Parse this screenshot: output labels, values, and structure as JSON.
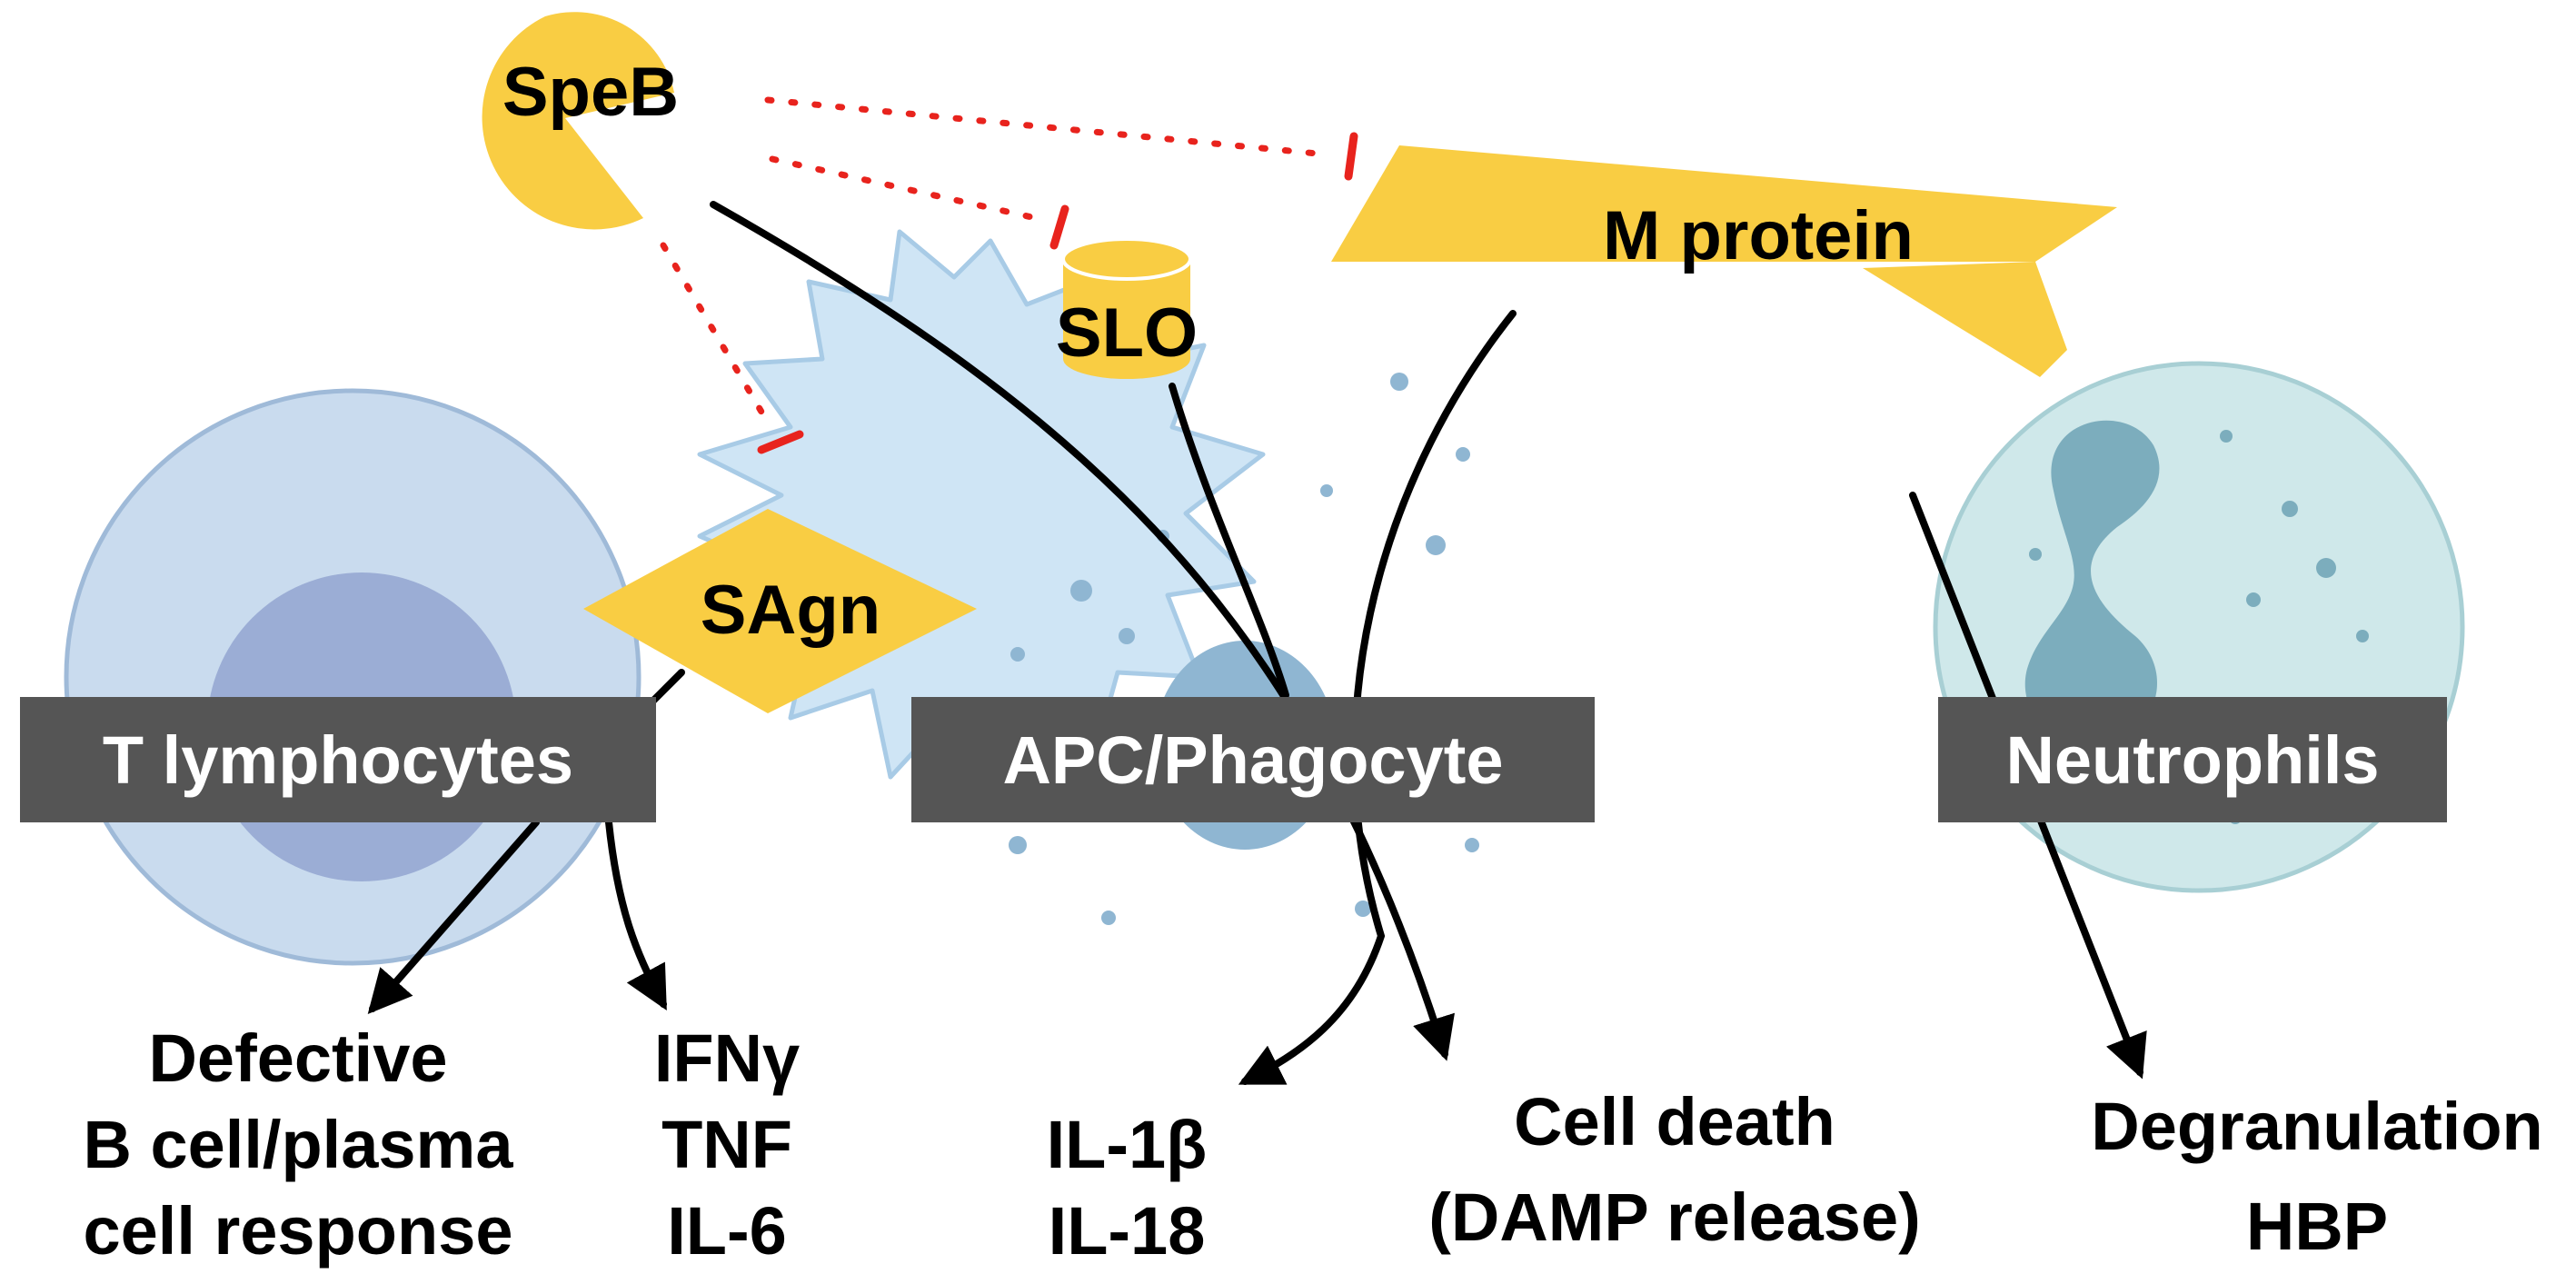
{
  "factors": {
    "speb": "SpeB",
    "slo": "SLO",
    "m_protein": "M protein",
    "sagn": "SAgn"
  },
  "cells": {
    "t_lymphocytes": "T lymphocytes",
    "apc": "APC/Phagocyte",
    "neutrophils": "Neutrophils"
  },
  "outcomes": {
    "t_cell_b": [
      "Defective",
      "B cell/plasma",
      "cell response"
    ],
    "t_cell_cytokines": [
      "IFNγ",
      "TNF",
      "IL-6"
    ],
    "apc_cytokines": [
      "IL-1β",
      "IL-18"
    ],
    "apc_death": [
      "Cell death",
      "(DAMP release)"
    ],
    "neutrophil": [
      "Degranulation",
      "HBP"
    ]
  },
  "colors": {
    "factor_yellow": "#f9cd43",
    "inhibition_red": "#e8231d",
    "t_cell_outer": "#c9dbee",
    "t_cell_nucleus": "#9badd5",
    "apc_body": "#cfe5f5",
    "apc_nucleus": "#8fb6d2",
    "neutrophil_body": "#cfe8ea",
    "neutrophil_nucleus": "#7cadbd",
    "label_box": "#555555"
  }
}
